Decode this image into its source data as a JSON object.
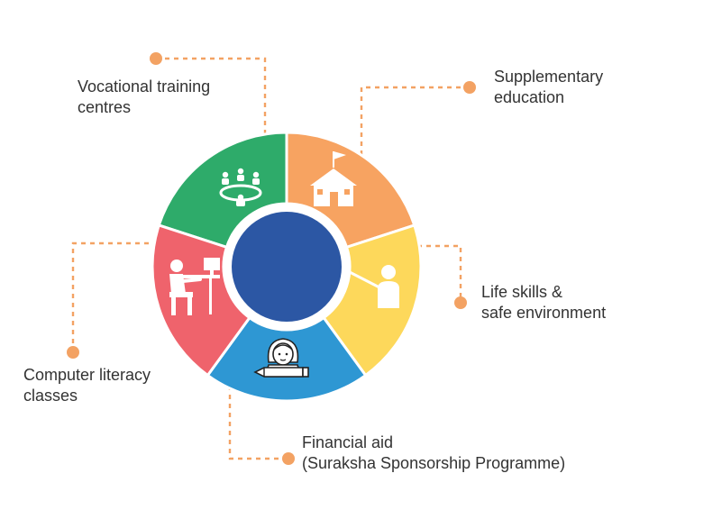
{
  "colors": {
    "vocational": "#2eab6a",
    "supplementary": "#f7a361",
    "lifeskills": "#fdd85b",
    "financial": "#2e97d3",
    "computer": "#ef636c",
    "center": "#2c57a4",
    "connector": "#f3a263",
    "icon": "#ffffff"
  },
  "segments": [
    {
      "id": "vocational",
      "lines": [
        "Vocational training",
        "centres"
      ],
      "icon": "group-meeting-icon"
    },
    {
      "id": "supplementary",
      "lines": [
        "Supplementary",
        "education"
      ],
      "icon": "school-house-icon"
    },
    {
      "id": "lifeskills",
      "lines": [
        "Life skills &",
        "safe environment"
      ],
      "icon": "teacher-pointer-icon"
    },
    {
      "id": "financial",
      "lines": [
        "Financial aid",
        "(Suraksha Sponsorship Programme)"
      ],
      "icon": "girl-with-pencil-icon"
    },
    {
      "id": "computer",
      "lines": [
        "Computer literacy",
        "classes"
      ],
      "icon": "computer-user-icon"
    }
  ]
}
